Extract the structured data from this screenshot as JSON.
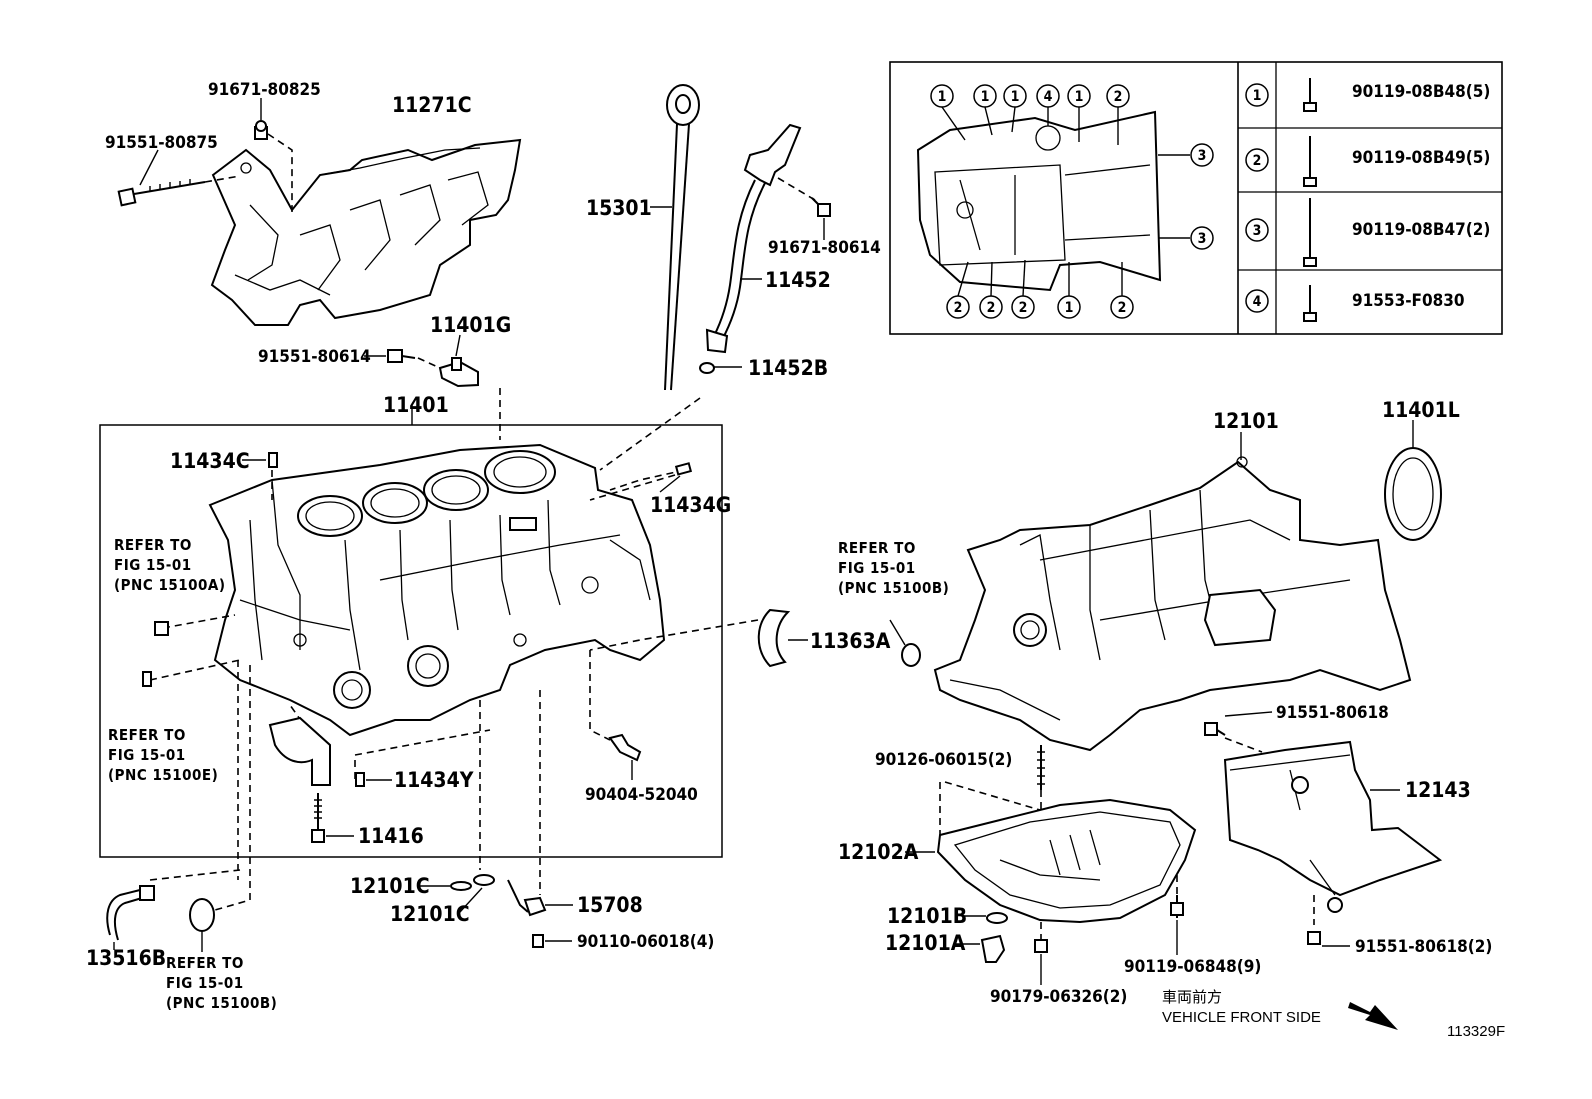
{
  "callouts": {
    "p91671_80825": "91671-80825",
    "p11271C": "11271C",
    "p91551_80875": "91551-80875",
    "p15301": "15301",
    "p91671_80614": "91671-80614",
    "p11452": "11452",
    "p11401G": "11401G",
    "p91551_80614": "91551-80614",
    "p11452B": "11452B",
    "p11401": "11401",
    "p11434C": "11434C",
    "p11434G": "11434G",
    "p11363A": "11363A",
    "p11434Y": "11434Y",
    "p90404_52040": "90404-52040",
    "p11416": "11416",
    "p12101C_a": "12101C",
    "p12101C_b": "12101C",
    "p15708": "15708",
    "p90110_06018": "90110-06018(4)",
    "p13516B": "13516B",
    "p12101": "12101",
    "p11401L": "11401L",
    "p91551_80618": "91551-80618",
    "p12143": "12143",
    "p90126_06015": "90126-06015(2)",
    "p12102A": "12102A",
    "p12101B": "12101B",
    "p12101A": "12101A",
    "p90119_06848": "90119-06848(9)",
    "p91551_80618_2": "91551-80618(2)",
    "p90179_06326": "90179-06326(2)"
  },
  "refs": {
    "refA": [
      "REFER TO",
      "FIG  15-01",
      "(PNC  15100A)"
    ],
    "refE": [
      "REFER TO",
      "FIG  15-01",
      "(PNC  15100E)"
    ],
    "refB1": [
      "REFER TO",
      "FIG  15-01",
      "(PNC  15100B)"
    ],
    "refB2": [
      "REFER TO",
      "FIG  15-01",
      "(PNC  15100B)"
    ]
  },
  "bolt_table": {
    "rows": [
      {
        "key": "1",
        "part": "90119-08B48(5)"
      },
      {
        "key": "2",
        "part": "90119-08B49(5)"
      },
      {
        "key": "3",
        "part": "90119-08B47(2)"
      },
      {
        "key": "4",
        "part": "91553-F0830"
      }
    ],
    "inset_top_markers": [
      "1",
      "1",
      "1",
      "4",
      "1",
      "2"
    ],
    "inset_right_markers": [
      "3",
      "3"
    ],
    "inset_bottom_markers": [
      "2",
      "2",
      "2",
      "1",
      "2"
    ]
  },
  "footer": {
    "front_jp": "車両前方",
    "front_en": "VEHICLE FRONT SIDE",
    "illustration_no": "113329F"
  }
}
